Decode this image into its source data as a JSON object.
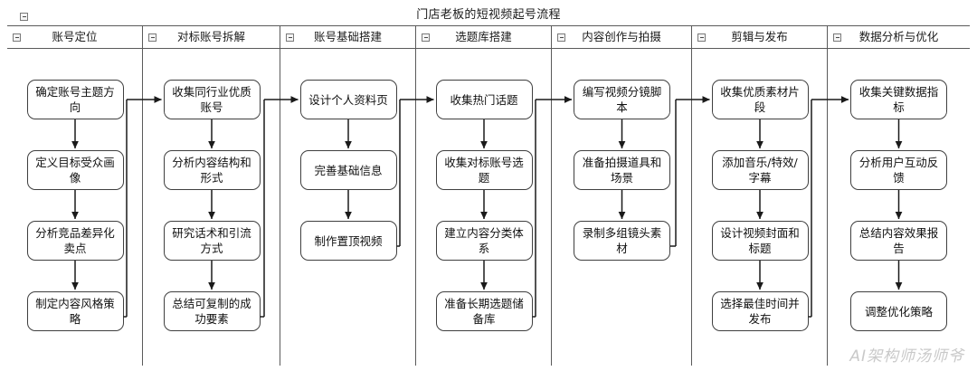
{
  "diagram": {
    "title": "门店老板的短视频起号流程",
    "watermark": "AI架构师汤师爷",
    "collapse_icon": "minus-collapse-icon",
    "colors": {
      "frame_border": "#5a5a5a",
      "node_border": "#3f3f3f",
      "node_fill": "#ffffff",
      "connector": "#1a1a1a",
      "background": "#ffffff",
      "watermark": "#c9c9c9"
    },
    "lanes": [
      {
        "title": "账号定位",
        "nodes": [
          "确定账号主题方向",
          "定义目标受众画像",
          "分析竞品差异化卖点",
          "制定内容风格策略"
        ]
      },
      {
        "title": "对标账号拆解",
        "nodes": [
          "收集同行业优质账号",
          "分析内容结构和形式",
          "研究话术和引流方式",
          "总结可复制的成功要素"
        ]
      },
      {
        "title": "账号基础搭建",
        "nodes": [
          "设计个人资料页",
          "完善基础信息",
          "制作置顶视频"
        ]
      },
      {
        "title": "选题库搭建",
        "nodes": [
          "收集热门话题",
          "收集对标账号选题",
          "建立内容分类体系",
          "准备长期选题储备库"
        ]
      },
      {
        "title": "内容创作与拍摄",
        "nodes": [
          "编写视频分镜脚本",
          "准备拍摄道具和场景",
          "录制多组镜头素材"
        ]
      },
      {
        "title": "剪辑与发布",
        "nodes": [
          "收集优质素材片段",
          "添加音乐/特效/字幕",
          "设计视频封面和标题",
          "选择最佳时间并发布"
        ]
      },
      {
        "title": "数据分析与优化",
        "nodes": [
          "收集关键数据指标",
          "分析用户互动反馈",
          "总结内容效果报告",
          "调整优化策略"
        ]
      }
    ]
  }
}
